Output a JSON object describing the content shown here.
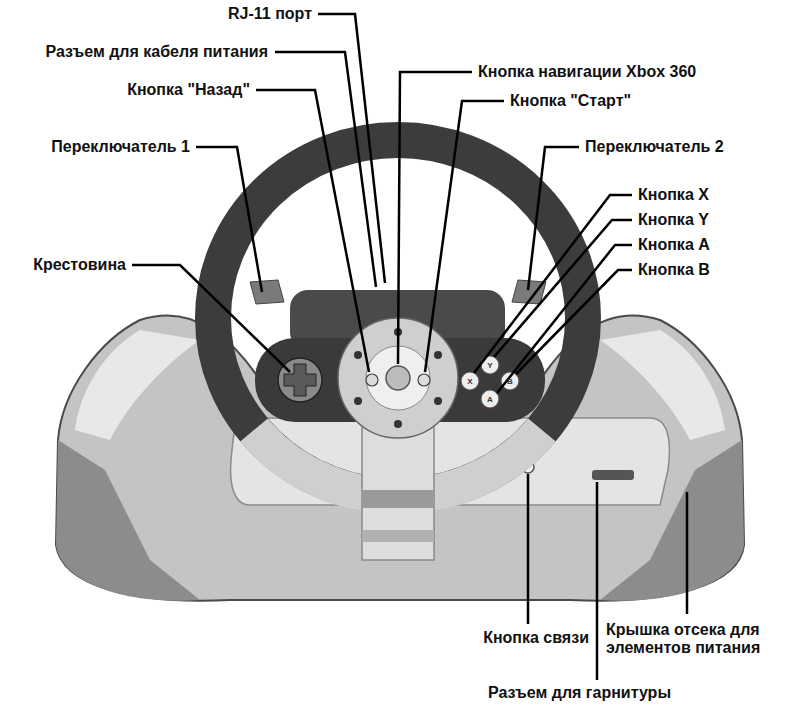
{
  "diagram": {
    "labels": [
      "RJ-11 порт",
      "Разъем для кабеля питания",
      "Кнопка навигации Xbox 360",
      "Кнопка \"Назад\"",
      "Кнопка \"Старт\"",
      "Переключатель 1",
      "Переключатель 2",
      "Кнопка X",
      "Кнопка Y",
      "Кнопка A",
      "Кнопка B",
      "Крестовина",
      "Кнопка связи",
      "Крышка отсека для элементов питания",
      "Разъем для гарнитуры",
      "X",
      "Y",
      "A",
      "B"
    ]
  }
}
